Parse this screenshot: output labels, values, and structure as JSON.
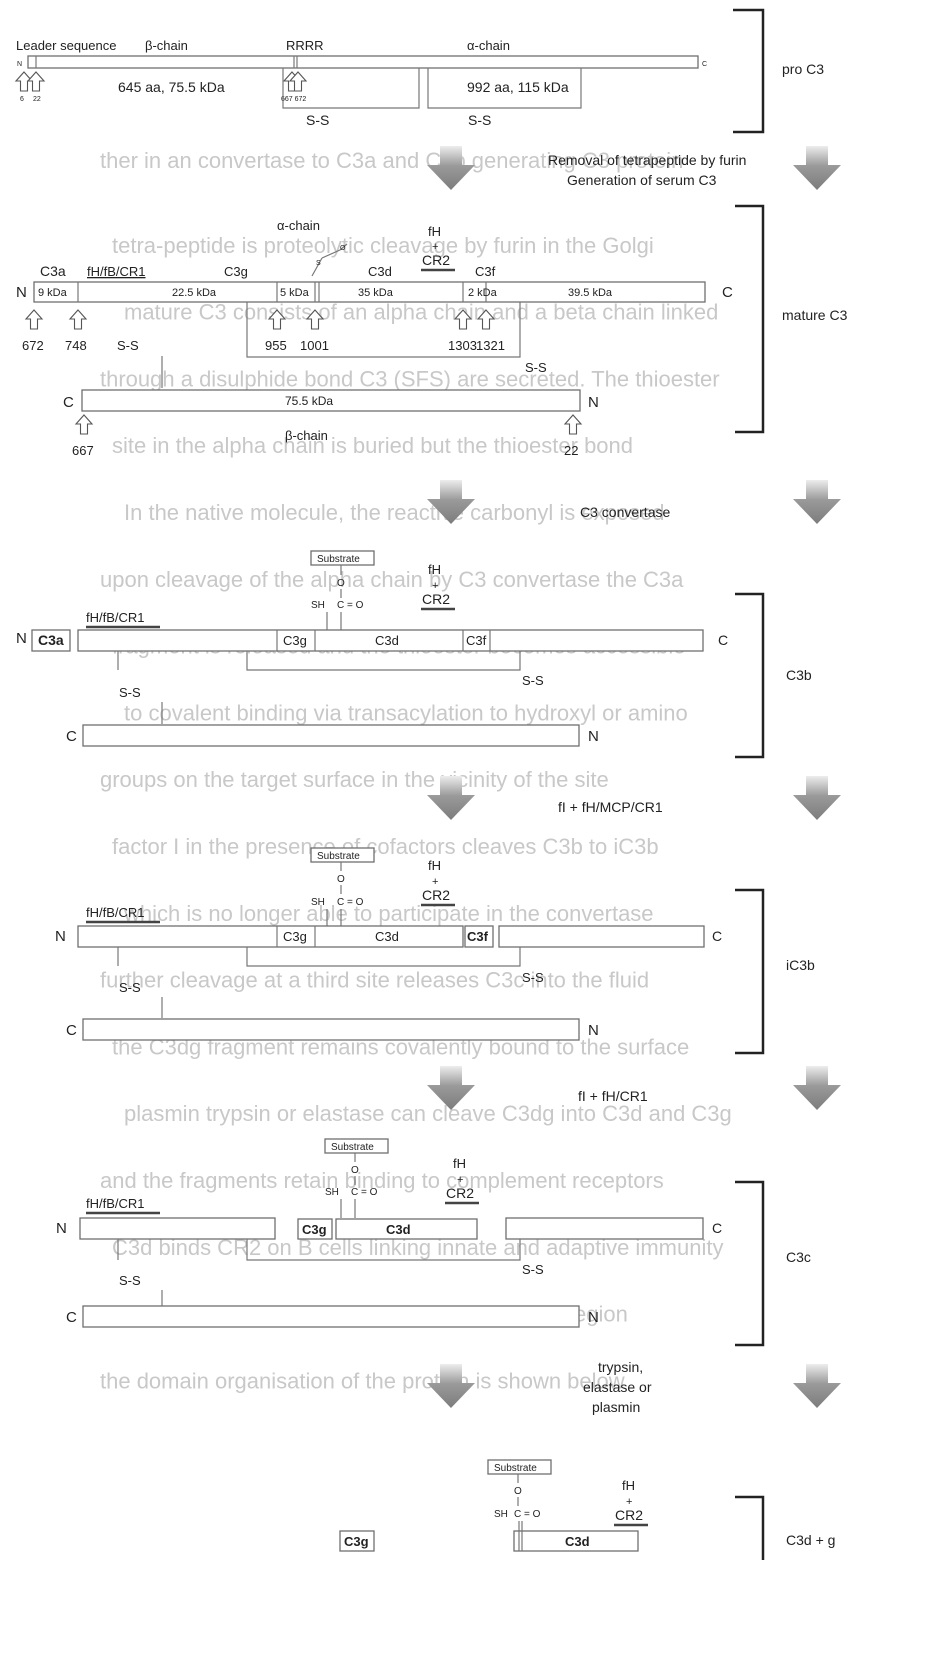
{
  "background_text": [
    "ther in an convertase to C3a and C3b generating C3 protein",
    "tetra-peptide is proteolytic cleavage by furin in the Golgi",
    "mature C3 consists of an alpha chain and a beta chain linked",
    "through a disulphide bond C3 (SFS) are secreted. The thioester",
    "site in the alpha chain is buried but the thioester bond",
    "In the native molecule, the reactive carbonyl is exposed",
    "upon cleavage of the alpha chain by C3 convertase the C3a",
    "fragment is released and the thioester becomes accessible",
    "to covalent binding via transacylation to hydroxyl or amino",
    "groups on the target surface in the vicinity of the site",
    "factor I in the presence of cofactors cleaves C3b to iC3b",
    "which is no longer able to participate in the convertase",
    "further cleavage at a third site releases C3c into the fluid",
    "the C3dg fragment remains covalently bound to the surface",
    "plasmin trypsin or elastase can cleave C3dg into C3d and C3g",
    "and the fragments retain binding to complement receptors",
    "C3d binds CR2 on B cells linking innate and adaptive immunity",
    "factor H binding sites are present on the C3d region",
    "the domain organisation of the protein is shown below"
  ],
  "proC3": {
    "leader_label": "Leader sequence",
    "beta_label": "β-chain",
    "rrrr_label": "RRRR",
    "alpha_label": "α-chain",
    "n": "N",
    "c": "C",
    "pos_a": "6",
    "pos_b": "22",
    "beta_size": "645 aa, 75.5 kDa",
    "rrrr_pos": "667 672",
    "alpha_size": "992 aa, 115 kDa",
    "ss1": "S-S",
    "ss2": "S-S",
    "state": "pro C3"
  },
  "step1": {
    "line1": "Removal of tetrapeptide by furin",
    "line2": "Generation of serum C3"
  },
  "mature": {
    "alpha_label": "α-chain",
    "fh": "fH",
    "plus": "+",
    "cr2": "CR2",
    "n": "N",
    "c": "C",
    "seg_c3a": "C3a",
    "seg_c3a_kda": "9 kDa",
    "fhfbcr1": "fH/fB/CR1",
    "seg_225": "22.5 kDa",
    "seg_c3g": "C3g",
    "seg_c3g_kda": "5 kDa",
    "seg_c3d": "C3d",
    "seg_c3d_kda": "35 kDa",
    "seg_c3f": "C3f",
    "seg_c3f_kda": "2 kDa",
    "seg_395": "39.5 kDa",
    "positions": [
      "672",
      "748",
      "955",
      "1001",
      "1303",
      "1321"
    ],
    "ss1": "S-S",
    "ss2": "S-S",
    "beta_n": "N",
    "beta_c": "C",
    "beta_kda": "75.5 kDa",
    "beta_label": "β-chain",
    "beta_pos_left": "667",
    "beta_pos_right": "22",
    "state": "mature C3"
  },
  "step2": {
    "label": "C3 convertase"
  },
  "c3b": {
    "substrate": "Substrate",
    "o": "O",
    "sh": "SH",
    "co": "C = O",
    "fh": "fH",
    "plus": "+",
    "cr2": "CR2",
    "fhfbcr1": "fH/fB/CR1",
    "n": "N",
    "c3a": "C3a",
    "c3g": "C3g",
    "c3d": "C3d",
    "c3f": "C3f",
    "c": "C",
    "ss1": "S-S",
    "ss2": "S-S",
    "beta_c": "C",
    "beta_n": "N",
    "state": "C3b"
  },
  "step3": {
    "label": "fI + fH/MCP/CR1"
  },
  "ic3b": {
    "substrate": "Substrate",
    "o": "O",
    "sh": "SH",
    "co": "C = O",
    "fh": "fH",
    "plus": "+",
    "cr2": "CR2",
    "fhfbcr1": "fH/fB/CR1",
    "n": "N",
    "c3g": "C3g",
    "c3d": "C3d",
    "c3f": "C3f",
    "c": "C",
    "ss1": "S-S",
    "ss2": "S-S",
    "beta_c": "C",
    "beta_n": "N",
    "state": "iC3b"
  },
  "step4": {
    "label": "fI + fH/CR1"
  },
  "c3c": {
    "substrate": "Substrate",
    "o": "O",
    "sh": "SH",
    "co": "C = O",
    "fh": "fH",
    "plus": "+",
    "cr2": "CR2",
    "fhfbcr1": "fH/fB/CR1",
    "n": "N",
    "c3g": "C3g",
    "c3d": "C3d",
    "c": "C",
    "ss1": "S-S",
    "ss2": "S-S",
    "beta_c": "C",
    "beta_n": "N",
    "state": "C3c"
  },
  "step5": {
    "line1": "trypsin,",
    "line2": "elastase or",
    "line3": "plasmin"
  },
  "c3dg": {
    "substrate": "Substrate",
    "o": "O",
    "sh": "SH",
    "co": "C = O",
    "fh": "fH",
    "plus": "+",
    "cr2": "CR2",
    "c3g": "C3g",
    "c3d": "C3d",
    "state": "C3d + g"
  },
  "colors": {
    "box_stroke": "#6f6f6f",
    "arrow": "#8a8a8a",
    "text": "#222222",
    "ghost_text": "#c8c8c8"
  }
}
